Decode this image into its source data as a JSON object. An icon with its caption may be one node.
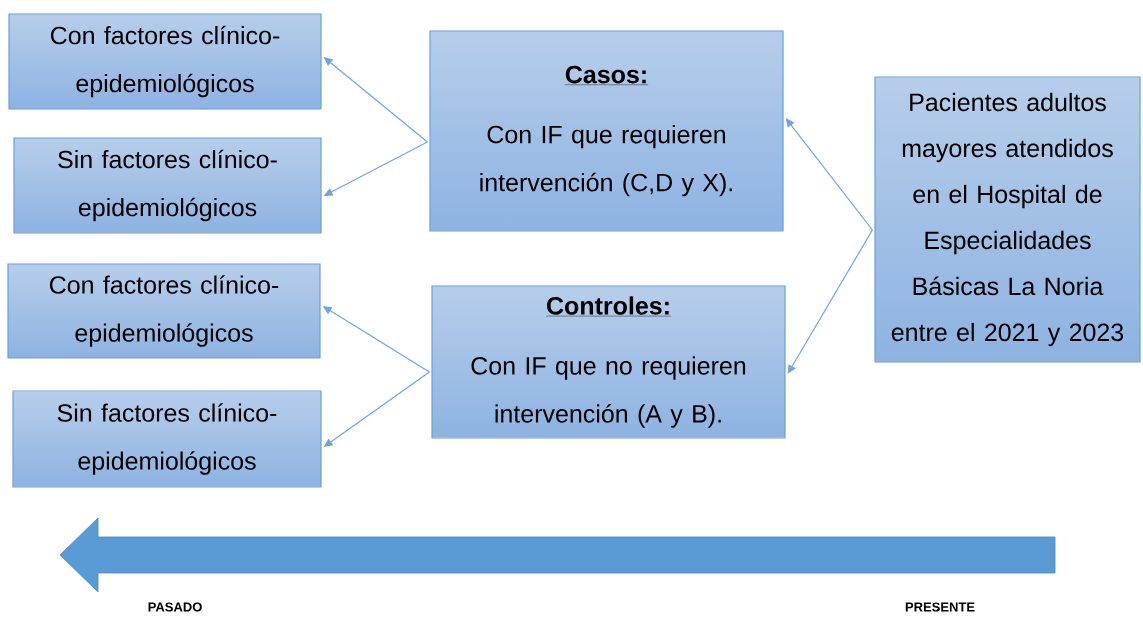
{
  "diagram": {
    "nodes": [
      {
        "text": [
          "Con factores clínico-epidemiológicos"
        ]
      },
      {
        "text": [
          "Sin factores clínico-epidemiológicos"
        ]
      },
      {
        "text": [
          "Con factores clínico-epidemiológicos"
        ]
      },
      {
        "text": [
          "Sin factores clínico-epidemiológicos"
        ]
      },
      {
        "text": [
          "Casos:",
          "Con IF que requieren intervención (C,D y X)."
        ]
      },
      {
        "text": [
          "Controles:",
          "Con IF que no requieren intervención (A y B)."
        ]
      },
      {
        "text": [
          "Pacientes adultos mayores atendidos en el Hospital de Especialidades Básicas La Noria entre el 2021 y 2023"
        ]
      }
    ],
    "edges": [
      {
        "from": 6,
        "to": 4,
        "arrow": "to"
      },
      {
        "from": 6,
        "to": 5,
        "arrow": "to"
      },
      {
        "from": 4,
        "to": 0,
        "arrow": "to"
      },
      {
        "from": 4,
        "to": 1,
        "arrow": "to"
      },
      {
        "from": 5,
        "to": 2,
        "arrow": "to"
      },
      {
        "from": 5,
        "to": 3,
        "arrow": "to"
      }
    ],
    "labels": [
      "PASADO",
      "PRESENTE"
    ]
  }
}
